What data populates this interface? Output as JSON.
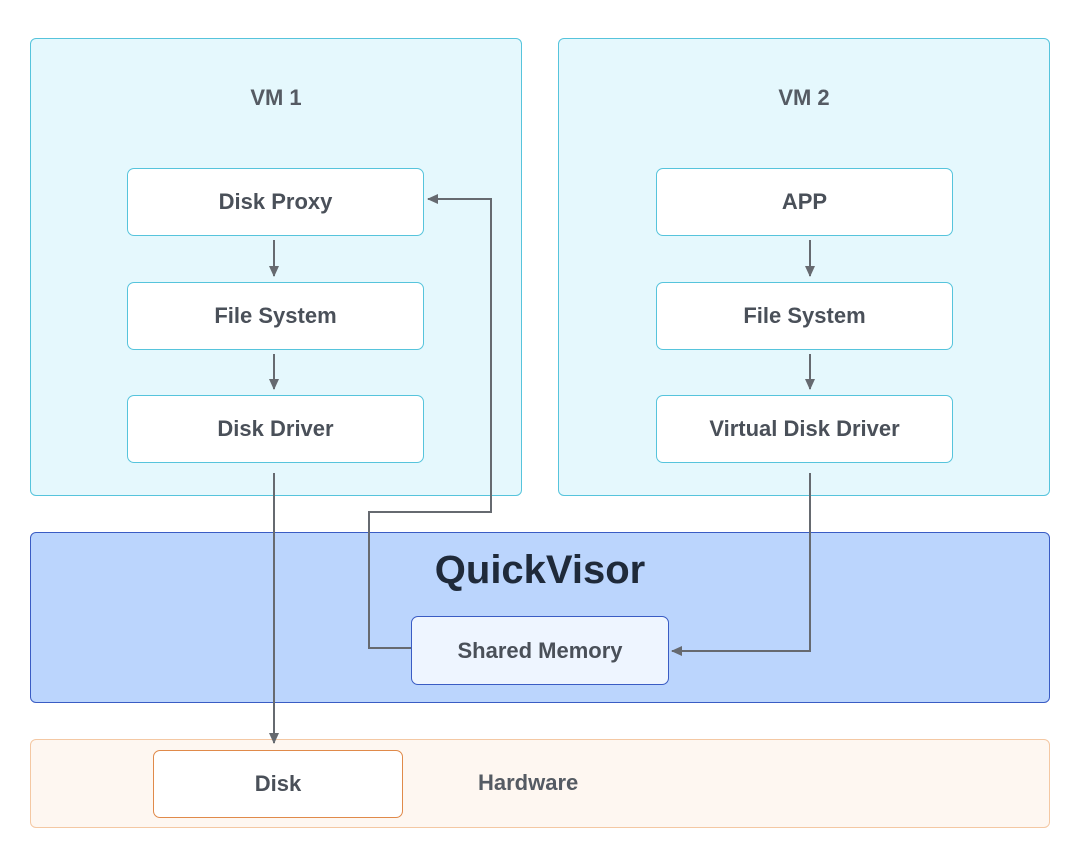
{
  "vm1": {
    "title": "VM 1",
    "boxes": [
      "Disk Proxy",
      "File System",
      "Disk Driver"
    ]
  },
  "vm2": {
    "title": "VM 2",
    "boxes": [
      "APP",
      "File System",
      "Virtual Disk Driver"
    ]
  },
  "hypervisor": {
    "title": "QuickVisor",
    "shared_memory": "Shared Memory"
  },
  "hardware": {
    "label": "Hardware",
    "disk": "Disk"
  },
  "colors": {
    "vm_fill": "#e5f8fd",
    "vm_border": "#56c4dc",
    "hypervisor_fill": "#bbd5fd",
    "hypervisor_border": "#3a5cc4",
    "hardware_fill": "#fef7f1",
    "hardware_border": "#f4c8a3",
    "disk_border": "#e08a4a",
    "arrow": "#666a70"
  }
}
